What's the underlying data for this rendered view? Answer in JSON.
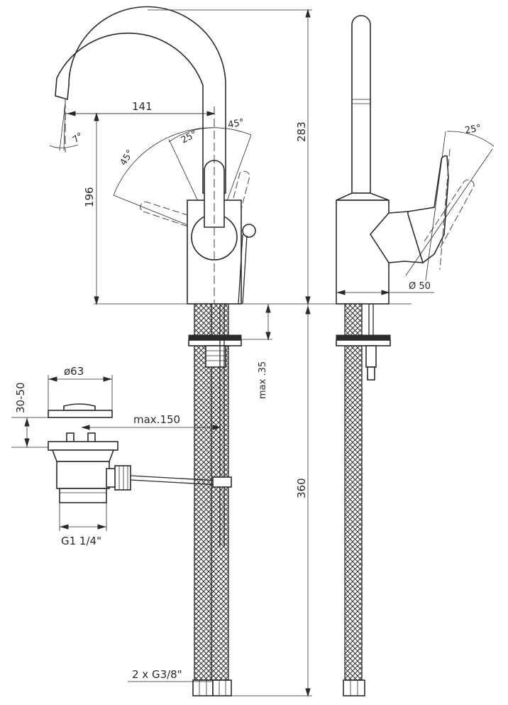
{
  "dims": {
    "spout_reach": "141",
    "total_height": "283",
    "spout_height": "196",
    "spout_tilt": "7°",
    "handle_angle_left": "45°",
    "handle_angle_right": "45°",
    "handle_angle_small": "25°",
    "handle_angle_side": "25°",
    "body_diameter": "Ø 50",
    "deck_thickness": "max .35",
    "hose_length": "360",
    "drain_diameter": "ø63",
    "drain_height": "30-50",
    "rod_length": "max.150",
    "drain_thread": "G1 1/4\"",
    "hose_thread": "2 x G3/8\""
  },
  "colors": {
    "line": "#2a2a2a",
    "background": "#ffffff"
  }
}
